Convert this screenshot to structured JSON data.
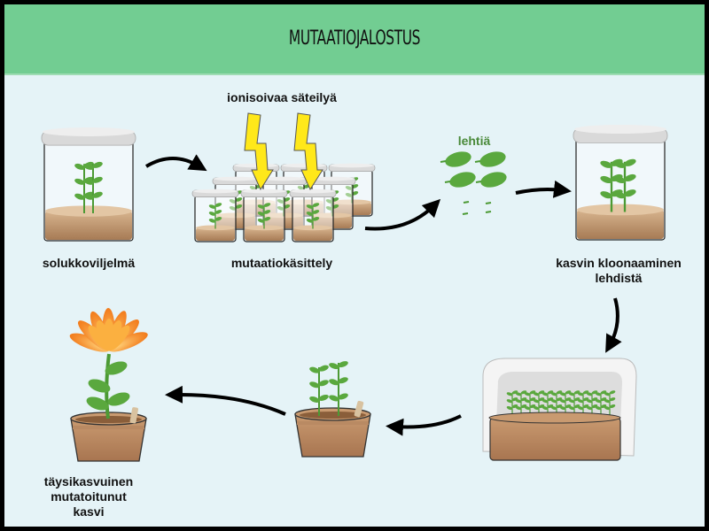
{
  "title": "MUTAATIOJALOSTUS",
  "labels": {
    "cell_culture": "solukkoviljelmä",
    "radiation": "ionisoivaa säteilyä",
    "mutation_treatment": "mutaatiokäsittely",
    "leaves": "lehtiä",
    "cloning_line1": "kasvin kloonaaminen",
    "cloning_line2": "lehdistä",
    "mature_line1": "täysikasvuinen",
    "mature_line2": "mutatoitunut",
    "mature_line3": "kasvi"
  },
  "colors": {
    "header": "#72cd92",
    "background": "#e5f3f7",
    "leaf_label": "#4a8a3a",
    "lightning": "#ffe81a",
    "flower": "#f7941d"
  }
}
